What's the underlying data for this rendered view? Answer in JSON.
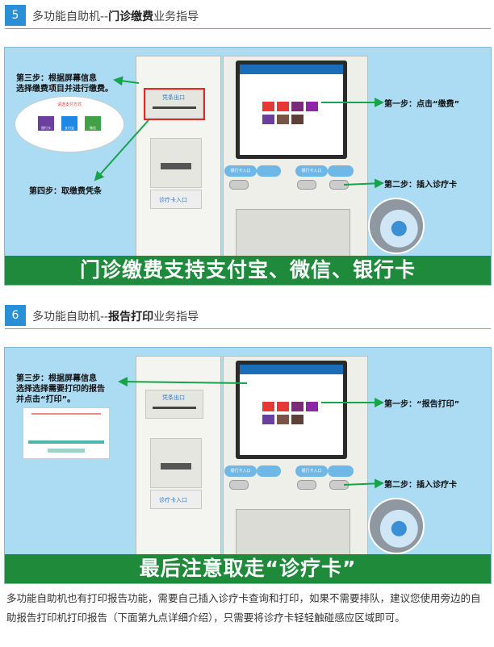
{
  "sections": [
    {
      "number": "5",
      "title_prefix": "多功能自助机--",
      "title_bold": "门诊缴费",
      "title_suffix": "业务指导",
      "steps": {
        "step1": "第一步：点击“缴费”",
        "step2": "第二步：插入诊疗卡",
        "step3_line1": "第三步：根据屏幕信息",
        "step3_line2": "选择缴费项目并进行缴费。",
        "step4": "第四步：取缴费凭条"
      },
      "kiosk": {
        "receipt_label": "凭条出口",
        "card_label_left": "银行卡入口",
        "card_label_right": "银行卡入口",
        "card_label_small": "诊疗卡入口"
      },
      "oval_title": "请选支付方式",
      "pay_options": [
        "银行卡",
        "支付宝",
        "微信"
      ],
      "banner": "门诊缴费支持支付宝、微信、银行卡"
    },
    {
      "number": "6",
      "title_prefix": "多功能自助机--",
      "title_bold": "报告打印",
      "title_suffix": "业务指导",
      "steps": {
        "step1": "第一步：“报告打印”",
        "step2": "第二步：插入诊疗卡",
        "step3_line1": "第三步：根据屏幕信息",
        "step3_line2": "选择选择需要打印的报告",
        "step3_line3": "并点击“打印”。"
      },
      "kiosk": {
        "receipt_label": "凭条出口",
        "card_label_left": "银行卡入口",
        "card_label_right": "银行卡入口",
        "card_label_small": "诊疗卡入口"
      },
      "banner": "最后注意取走“诊疗卡”"
    }
  ],
  "paragraph": "多功能自助机也有打印报告功能，需要自己插入诊疗卡查询和打印，如果不需要排队，建议您使用旁边的自助报告打印机打印报告（下面第九点详细介绍），只需要将诊疗卡轻轻触碰感应区域即可。",
  "colors": {
    "accent": "#2b8fd6",
    "banner": "#1f8a3c",
    "panel": "#abdcf3",
    "highlight": "#e32a2a"
  }
}
